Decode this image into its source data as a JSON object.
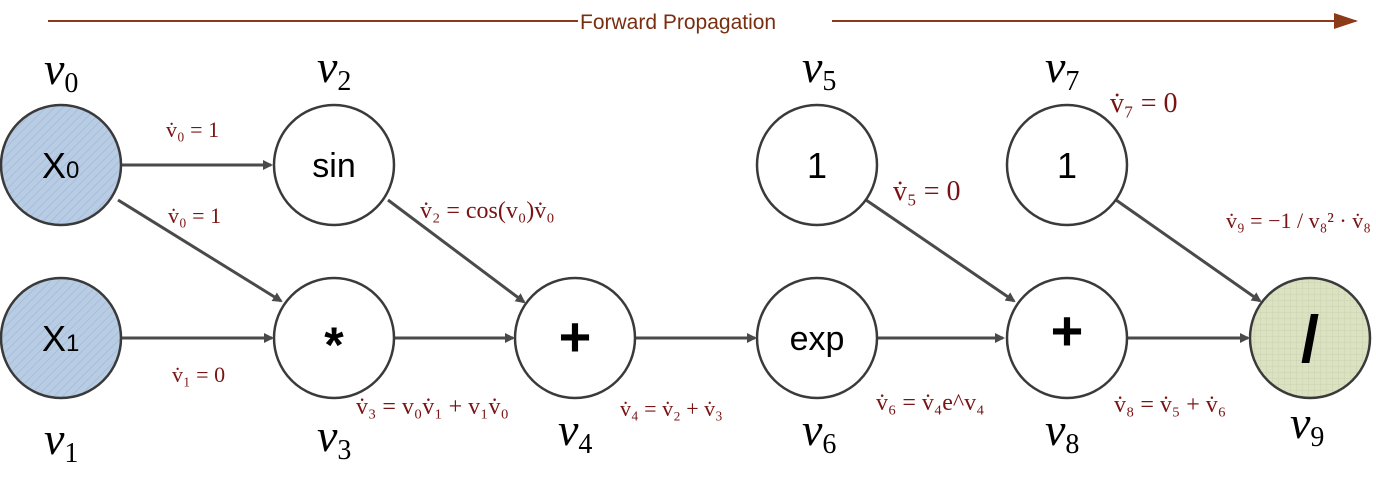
{
  "header": {
    "title": "Forward Propagation",
    "arrow_color": "#8b3a1a"
  },
  "colors": {
    "input_fill": "#b8cce4",
    "output_fill": "#d8e0c0",
    "plain_fill": "#ffffff",
    "deriv_text": "#7a1414"
  },
  "nodes": {
    "x0": {
      "text": "X",
      "sub": "0",
      "var": "v",
      "var_sub": "0"
    },
    "x1": {
      "text": "X",
      "sub": "1",
      "var": "v",
      "var_sub": "1"
    },
    "sin": {
      "text": "sin",
      "var": "v",
      "var_sub": "2"
    },
    "mul": {
      "text": "*",
      "var": "v",
      "var_sub": "3"
    },
    "add1": {
      "text": "+",
      "var": "v",
      "var_sub": "4"
    },
    "one1": {
      "text": "1",
      "var": "v",
      "var_sub": "5"
    },
    "exp": {
      "text": "exp",
      "var": "v",
      "var_sub": "6"
    },
    "one2": {
      "text": "1",
      "var": "v",
      "var_sub": "7"
    },
    "add2": {
      "text": "+",
      "var": "v",
      "var_sub": "8"
    },
    "div": {
      "text": "/",
      "var": "v",
      "var_sub": "9"
    }
  },
  "derivatives": {
    "d_v0_sin": "v̇₀ = 1",
    "d_v0_mul": "v̇₀ = 1",
    "d_v1": "v̇₁ = 0",
    "d_v2": "v̇₂ = cos(v₀)v̇₀",
    "d_v3": "v̇₃ = v₀v̇₁ + v₁v̇₀",
    "d_v4": "v̇₄ = v̇₂ + v̇₃",
    "d_v5": "v̇₅ = 0",
    "d_v6": "v̇₆ = v̇₄e^v₄",
    "d_v7": "v̇₇ = 0",
    "d_v8": "v̇₈ = v̇₅ + v̇₆",
    "d_v9": "v̇₉ = −1 / v₈² · v̇₈"
  }
}
